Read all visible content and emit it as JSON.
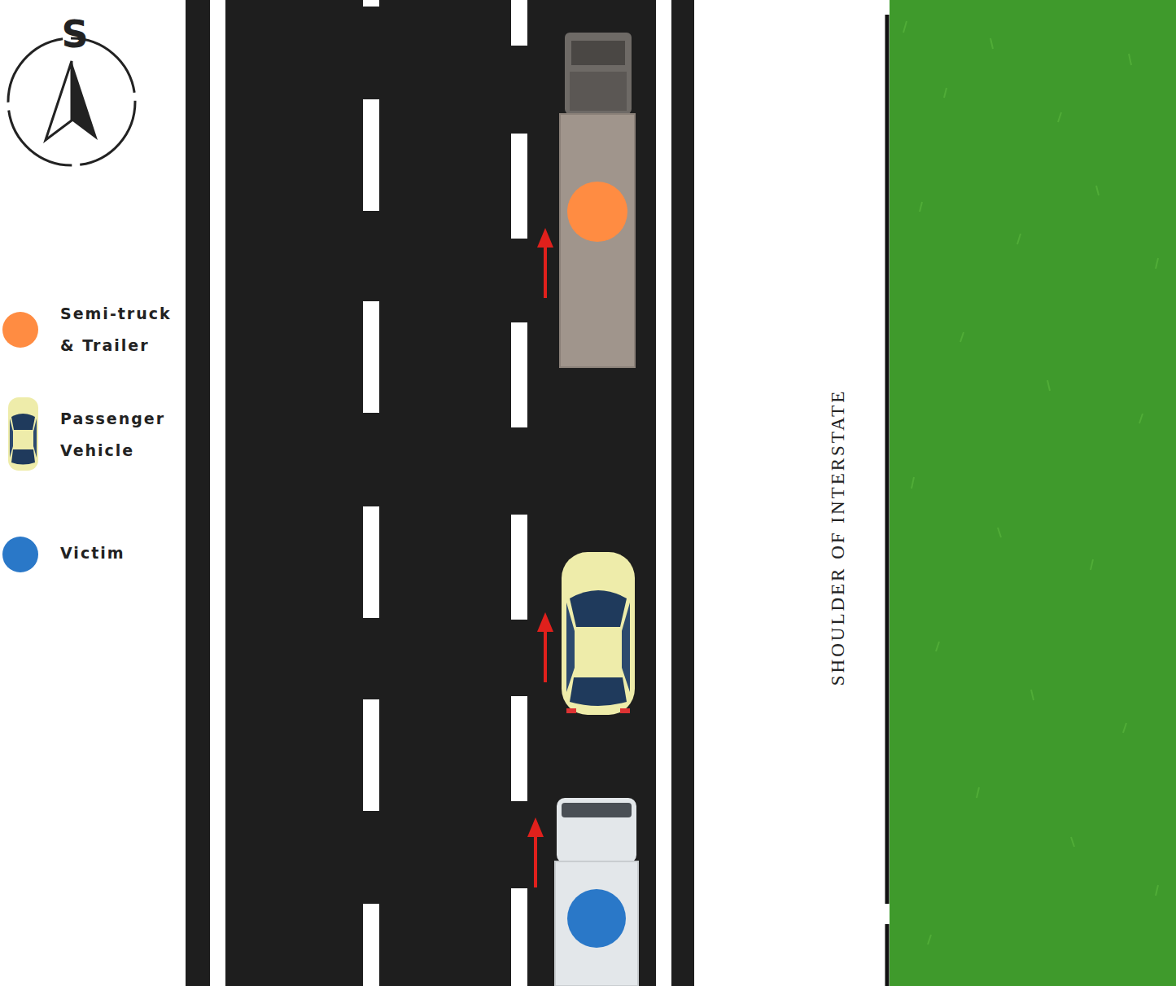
{
  "diagram": {
    "labels": [
      "S",
      "SHOULDER OF INTERSTATE"
    ],
    "legend": [
      {
        "text": "Semi-truck & Trailer",
        "color": "#ff8c42"
      },
      {
        "text": "Passenger Vehicle"
      },
      {
        "text": "Victim",
        "color": "#2a78c8"
      }
    ]
  }
}
